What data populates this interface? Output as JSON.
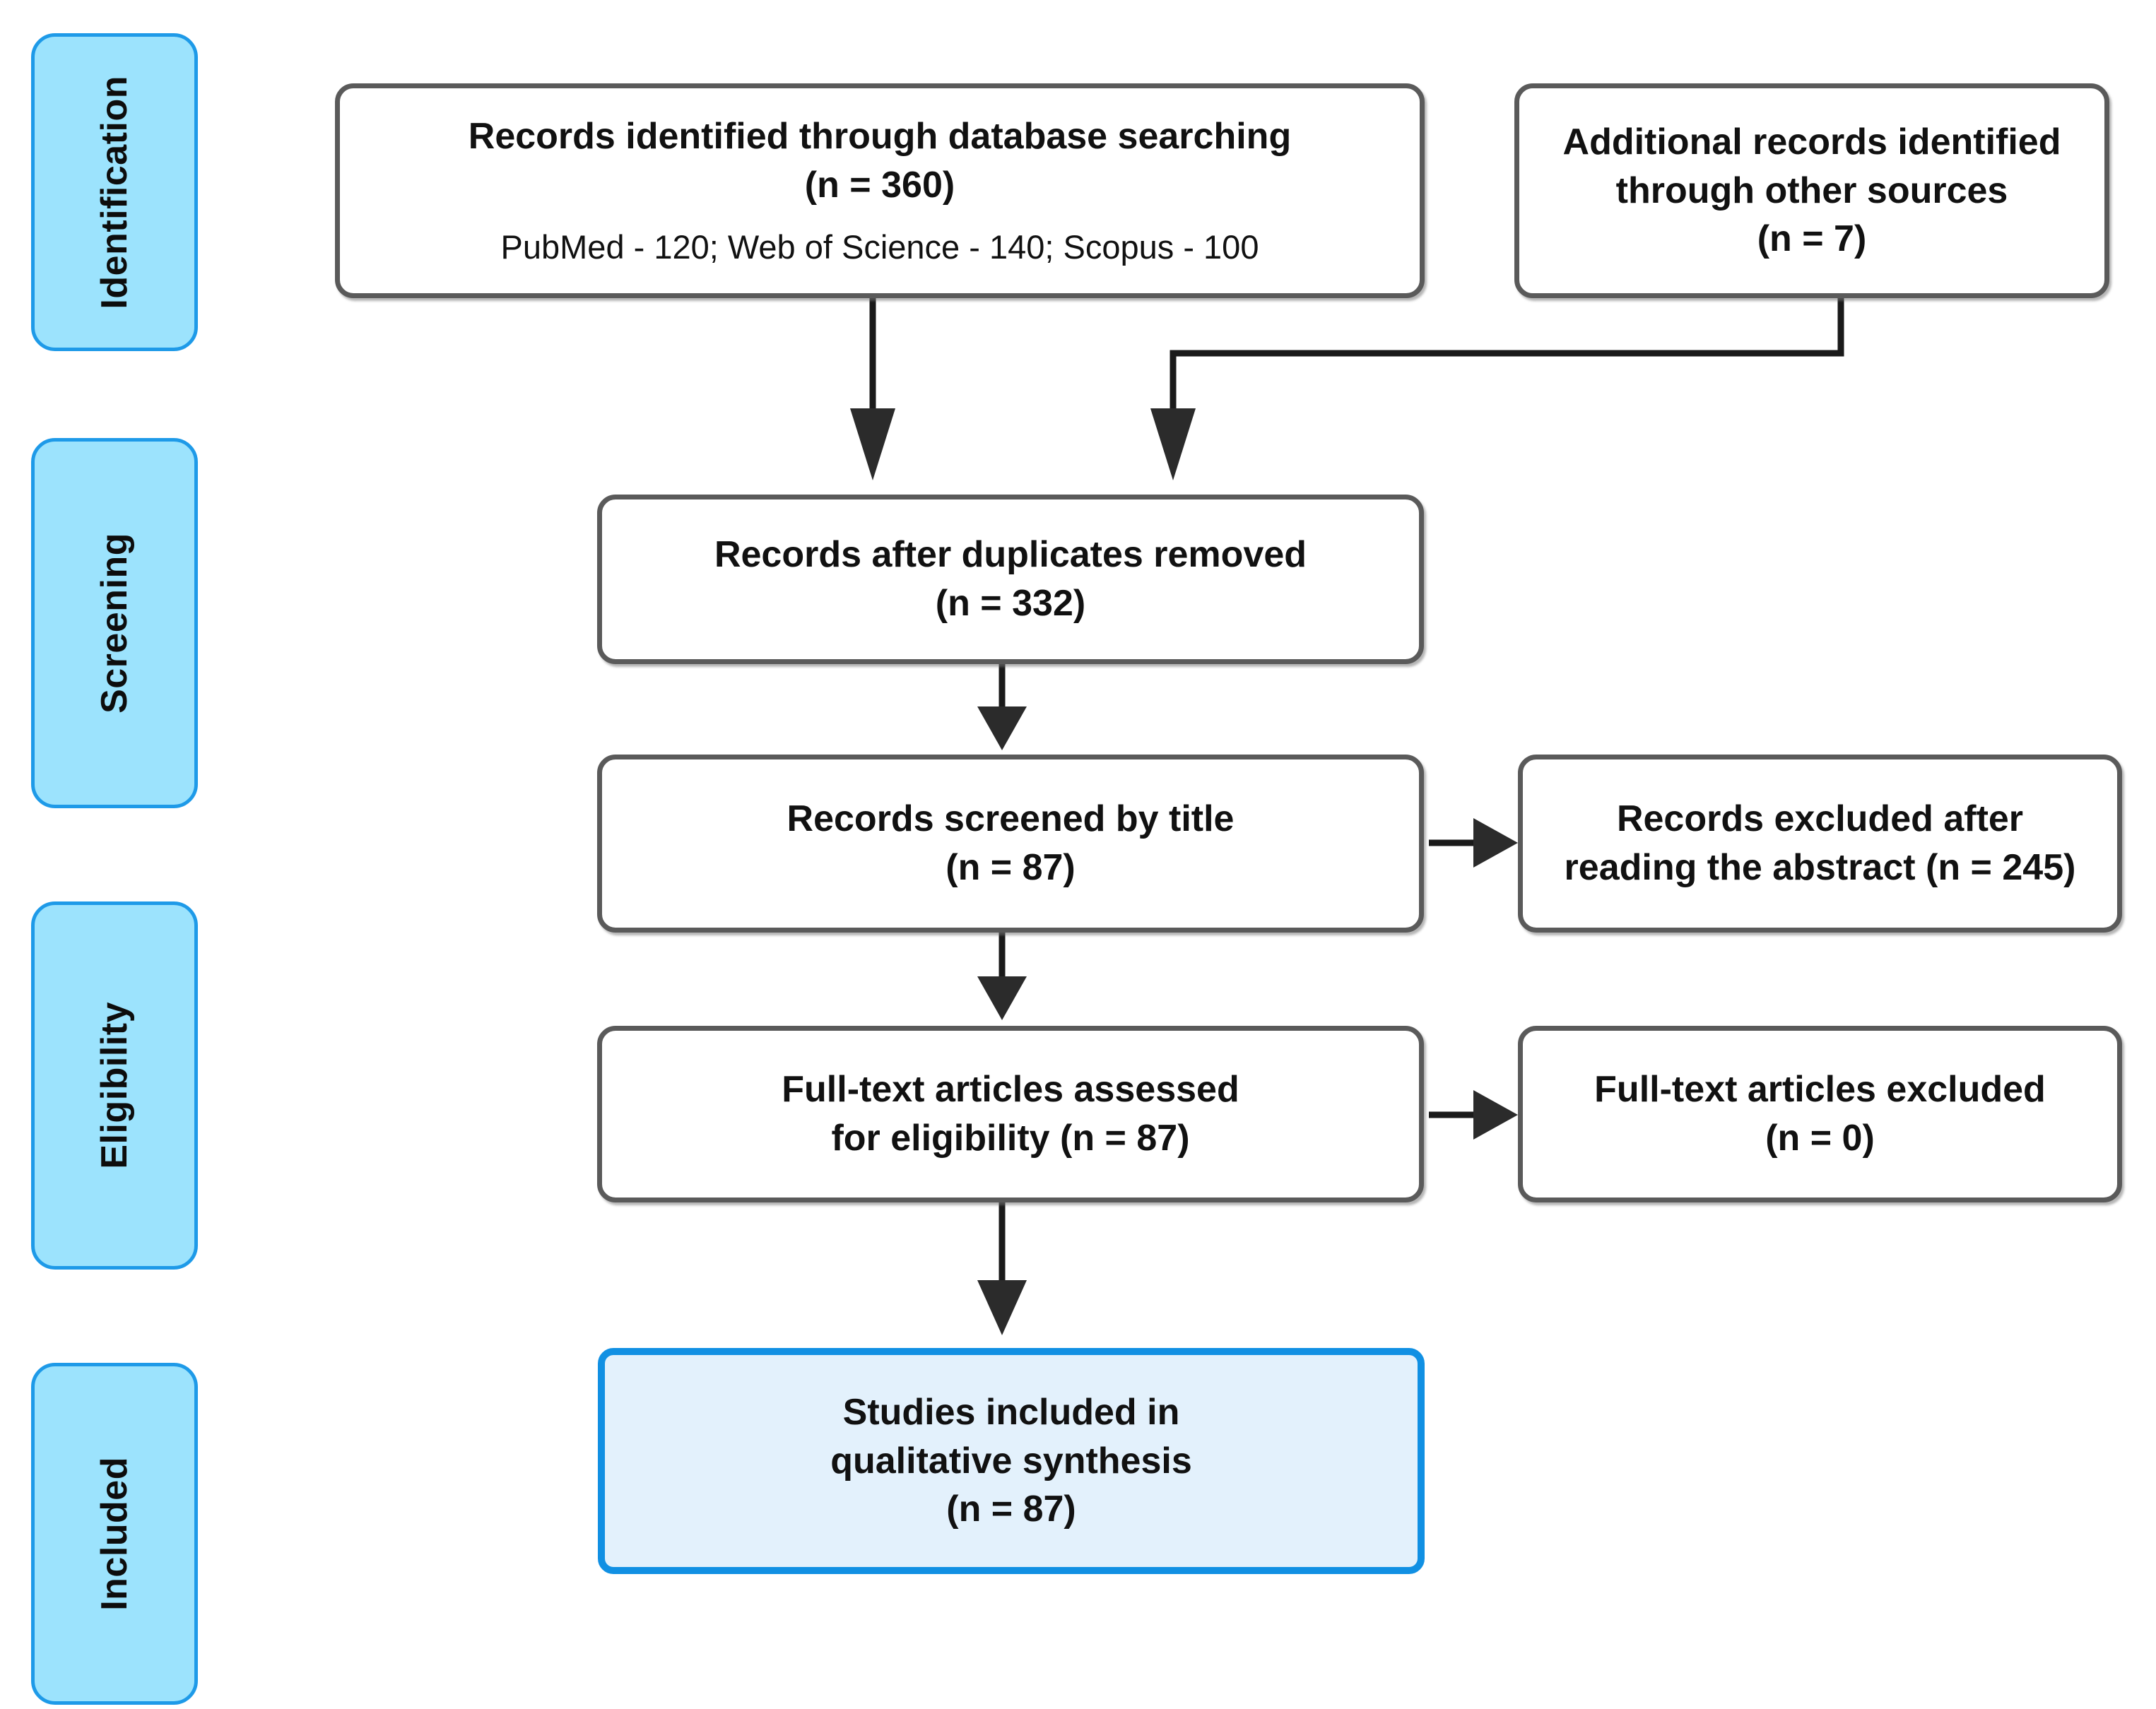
{
  "diagram": {
    "title": "PRISMA flow diagram",
    "colors": {
      "phase_fill": "#9ce3fd",
      "phase_border": "#1e9ae8",
      "box_border": "#5a5a5a",
      "box_fill": "#ffffff",
      "result_fill": "#e3f1fc",
      "result_border": "#1190e3",
      "connector": "#1a1a1a",
      "page_background": "#ffffff"
    },
    "phases": [
      {
        "id": "identification",
        "label": "Identification"
      },
      {
        "id": "screening",
        "label": "Screening"
      },
      {
        "id": "eligibility",
        "label": "Eligibility"
      },
      {
        "id": "included",
        "label": "Included"
      }
    ],
    "boxes": {
      "database_search": {
        "line1": "Records identified through database searching",
        "line2": "(n = 360)",
        "line3": "PubMed - 120; Web of Science - 140; Scopus - 100"
      },
      "other_sources": {
        "line1": "Additional records identified",
        "line2": "through other sources",
        "line3": "(n = 7)"
      },
      "duplicates_removed": {
        "line1": "Records after duplicates removed",
        "line2": "(n = 332)"
      },
      "screened_by_title": {
        "line1": "Records screened by title",
        "line2": "(n = 87)"
      },
      "excluded_after_abstract": {
        "line1": "Records excluded after",
        "line2": "reading the abstract (n = 245)"
      },
      "fulltext_assessed": {
        "line1": "Full-text articles assessed",
        "line2": "for eligibility (n = 87)"
      },
      "fulltext_excluded": {
        "line1": "Full-text articles excluded",
        "line2": "(n = 0)"
      },
      "studies_included": {
        "line1": "Studies included in",
        "line2": "qualitative synthesis",
        "line3": "(n = 87)"
      }
    },
    "counts": {
      "database_search_total": 360,
      "pubmed": 120,
      "web_of_science": 140,
      "scopus": 100,
      "other_sources": 7,
      "after_duplicates": 332,
      "screened_by_title": 87,
      "excluded_after_abstract": 245,
      "fulltext_assessed": 87,
      "fulltext_excluded": 0,
      "studies_included": 87
    }
  }
}
